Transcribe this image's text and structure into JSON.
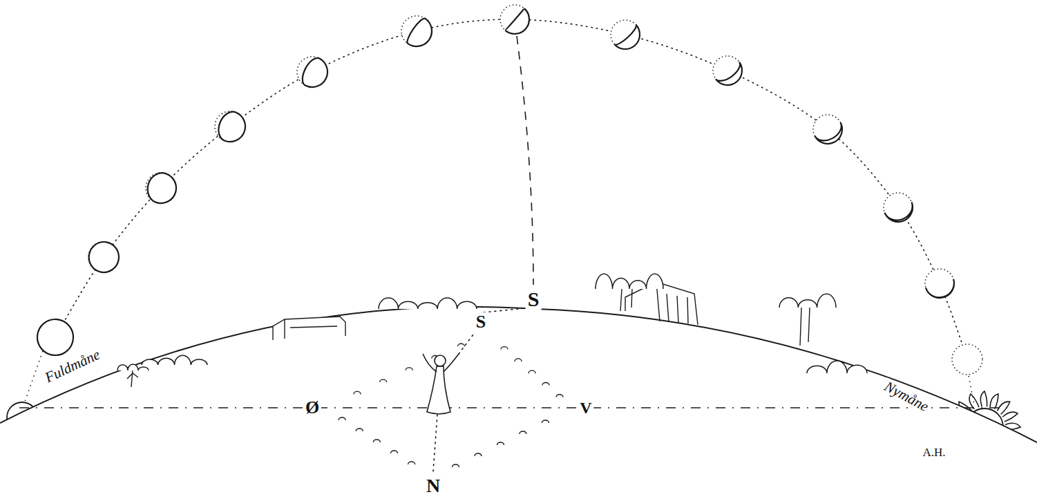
{
  "diagram": {
    "labels": [
      "Fuldmåne",
      "S",
      "S",
      "Ø",
      "V",
      "N",
      "Nymåne",
      "A.H."
    ]
  }
}
